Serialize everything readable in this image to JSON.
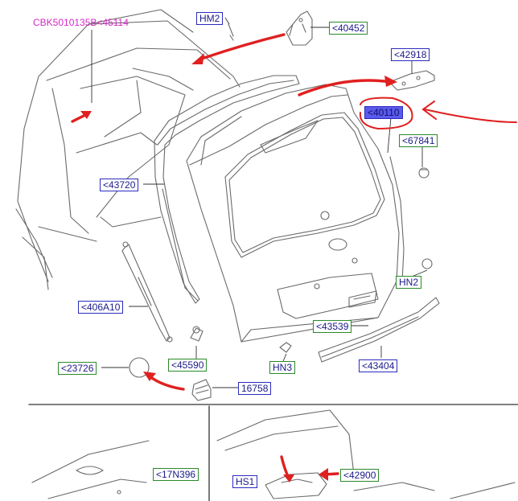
{
  "top_code": "CBK5010135B<45114",
  "labels": {
    "hm2": "HM2",
    "p40452": "<40452",
    "p42918": "<42918",
    "p40110": "<40110",
    "p67841": "<67841",
    "p43720": "<43720",
    "hn2": "HN2",
    "p406a10": "<406A10",
    "p43539": "<43539",
    "p45590": "<45590",
    "hn3": "HN3",
    "p43404": "<43404",
    "p23726": "<23726",
    "p16758": "16758",
    "p17n396": "<17N396",
    "hs1": "HS1",
    "p42900": "<42900"
  },
  "colors": {
    "line": "#6a6a6a",
    "arrow": "#e02020",
    "label_text": "#1a1a8a",
    "blue_border": "#2b2bbf",
    "green_border": "#2a8a2a",
    "selected_fill": "#5a5aee",
    "top_code": "#d428c8"
  }
}
